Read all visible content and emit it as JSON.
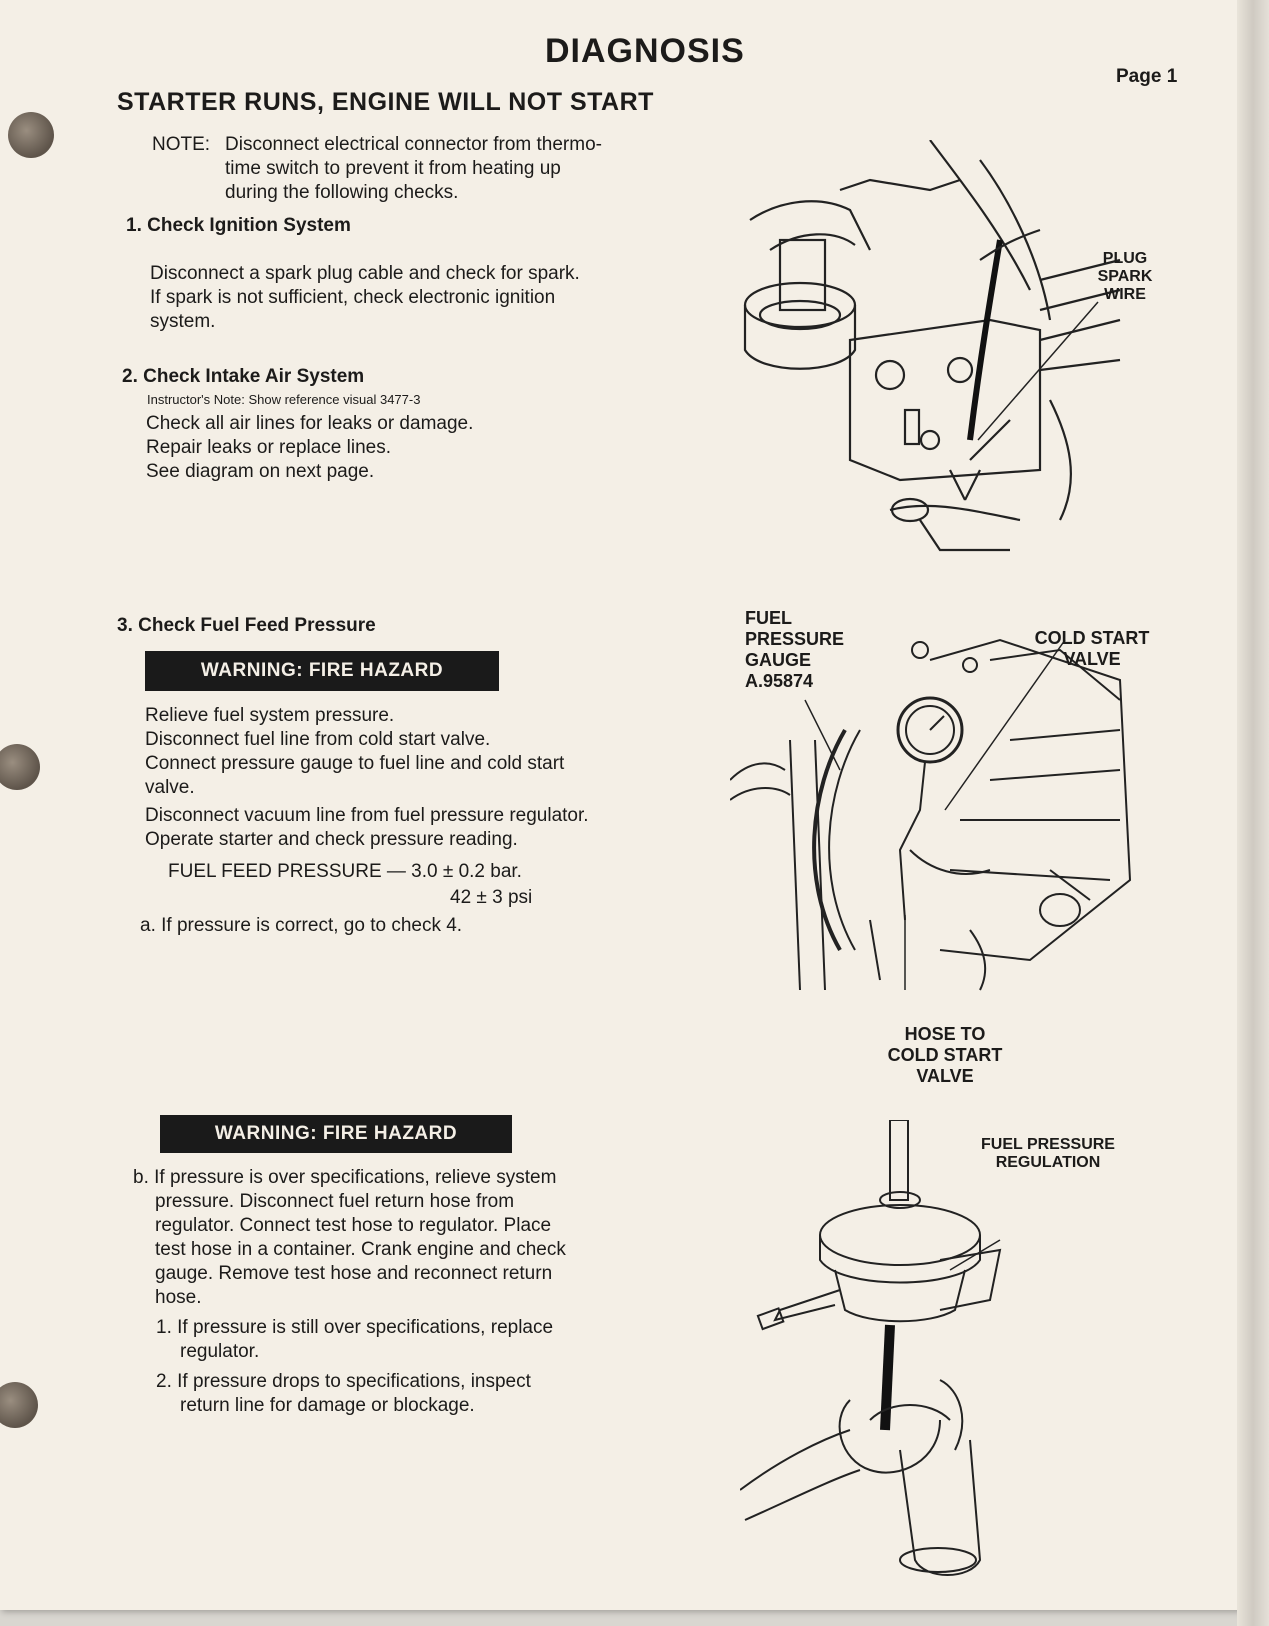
{
  "title": "DIAGNOSIS",
  "page_label": "Page 1",
  "section_heading": "STARTER RUNS, ENGINE WILL NOT START",
  "note": {
    "prefix": "NOTE:",
    "lines": [
      "Disconnect electrical connector from thermo-",
      "time switch to prevent it from heating up",
      "during the following checks."
    ]
  },
  "check1": {
    "heading": "1. Check Ignition System",
    "lines": [
      "Disconnect a spark plug cable and check for spark.",
      "If spark is not sufficient, check electronic ignition",
      "system."
    ]
  },
  "check2": {
    "heading": "2. Check Intake Air System",
    "instructor_note": "Instructor's Note: Show reference visual 3477-3",
    "lines": [
      "Check all air lines for leaks or damage.",
      "Repair leaks or replace lines.",
      "See diagram on next page."
    ]
  },
  "check3": {
    "heading": "3. Check Fuel Feed Pressure",
    "warning": "WARNING: FIRE HAZARD",
    "lines": [
      "Relieve fuel system pressure.",
      "Disconnect fuel line from cold start valve.",
      "Connect pressure gauge to fuel line and cold start",
      "valve.",
      "Disconnect vacuum line from fuel pressure regulator.",
      "Operate starter and check pressure reading."
    ],
    "spec_label": "FUEL FEED PRESSURE — 3.0 ± 0.2 bar.",
    "spec_psi": "42 ± 3 psi",
    "step_a": "a. If pressure is correct, go to check 4."
  },
  "warning2": "WARNING: FIRE HAZARD",
  "step_b": {
    "lines": [
      "b. If pressure is over specifications, relieve system",
      "pressure. Disconnect fuel return hose from",
      "regulator. Connect test hose to regulator. Place",
      "test hose in a container. Crank engine and check",
      "gauge. Remove test hose and reconnect return",
      "hose."
    ],
    "sub1": [
      "1. If pressure is still over specifications, replace",
      "regulator."
    ],
    "sub2": [
      "2. If pressure drops to specifications, inspect",
      "return line for damage or blockage."
    ]
  },
  "figure_labels": {
    "plug_spark_wire": [
      "PLUG",
      "SPARK",
      "WIRE"
    ],
    "fuel_pressure_gauge": [
      "FUEL",
      "PRESSURE",
      "GAUGE",
      "A.95874"
    ],
    "cold_start_valve": [
      "COLD START",
      "VALVE"
    ],
    "hose_to_cold_start_valve": [
      "HOSE TO",
      "COLD START",
      "VALVE"
    ],
    "fuel_pressure_regulation": [
      "FUEL PRESSURE",
      "REGULATION"
    ]
  }
}
